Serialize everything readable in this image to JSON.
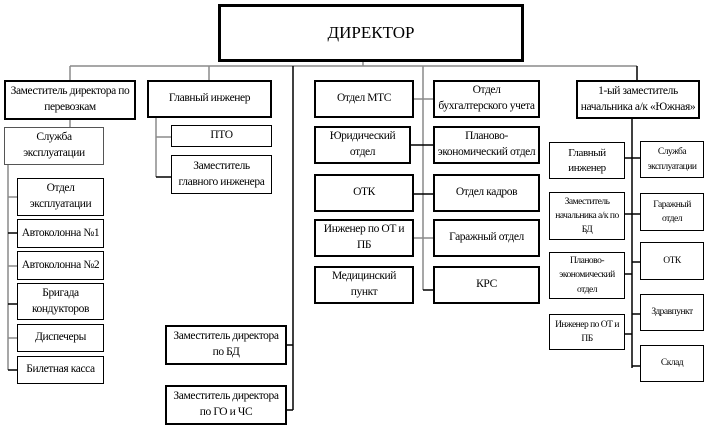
{
  "title": "ДИРЕКТОР",
  "branches": {
    "transport_deputy": {
      "label": "Заместитель директора по перевозкам",
      "child": {
        "label": "Служба эксплуатации",
        "children": [
          "Отдел эксплуатации",
          "Автоколонна №1",
          "Автоколонна №2",
          "Бригада кондукторов",
          "Диспечеры",
          "Билетная касса"
        ]
      }
    },
    "chief_engineer": {
      "label": "Главный инженер",
      "children": [
        "ПТО",
        "Заместитель главного инженера"
      ]
    },
    "deputies": [
      "Заместитель директора по БД",
      "Заместитель директора по ГО и ЧС"
    ],
    "departments_left": [
      "Отдел МТС",
      "Юридический отдел",
      "ОТК",
      "Инженер по ОТ и ПБ",
      "Медицинский пункт"
    ],
    "departments_right": [
      "Отдел бухгалтерского учета",
      "Планово-экономический отдел",
      "Отдел кадров",
      "Гаражный отдел",
      "КРС"
    ],
    "south_deputy": {
      "label": "1-ый заместитель начальника а/к «Южная»",
      "left": [
        "Главный инженер",
        "Заместитель начальника а/к по БД",
        "Планово-экономический отдел",
        "Инженер по ОТ и ПБ"
      ],
      "right": [
        "Служба эксплуатации",
        "Гаражный отдел",
        "ОТК",
        "Здравпункт",
        "Склад"
      ]
    }
  }
}
